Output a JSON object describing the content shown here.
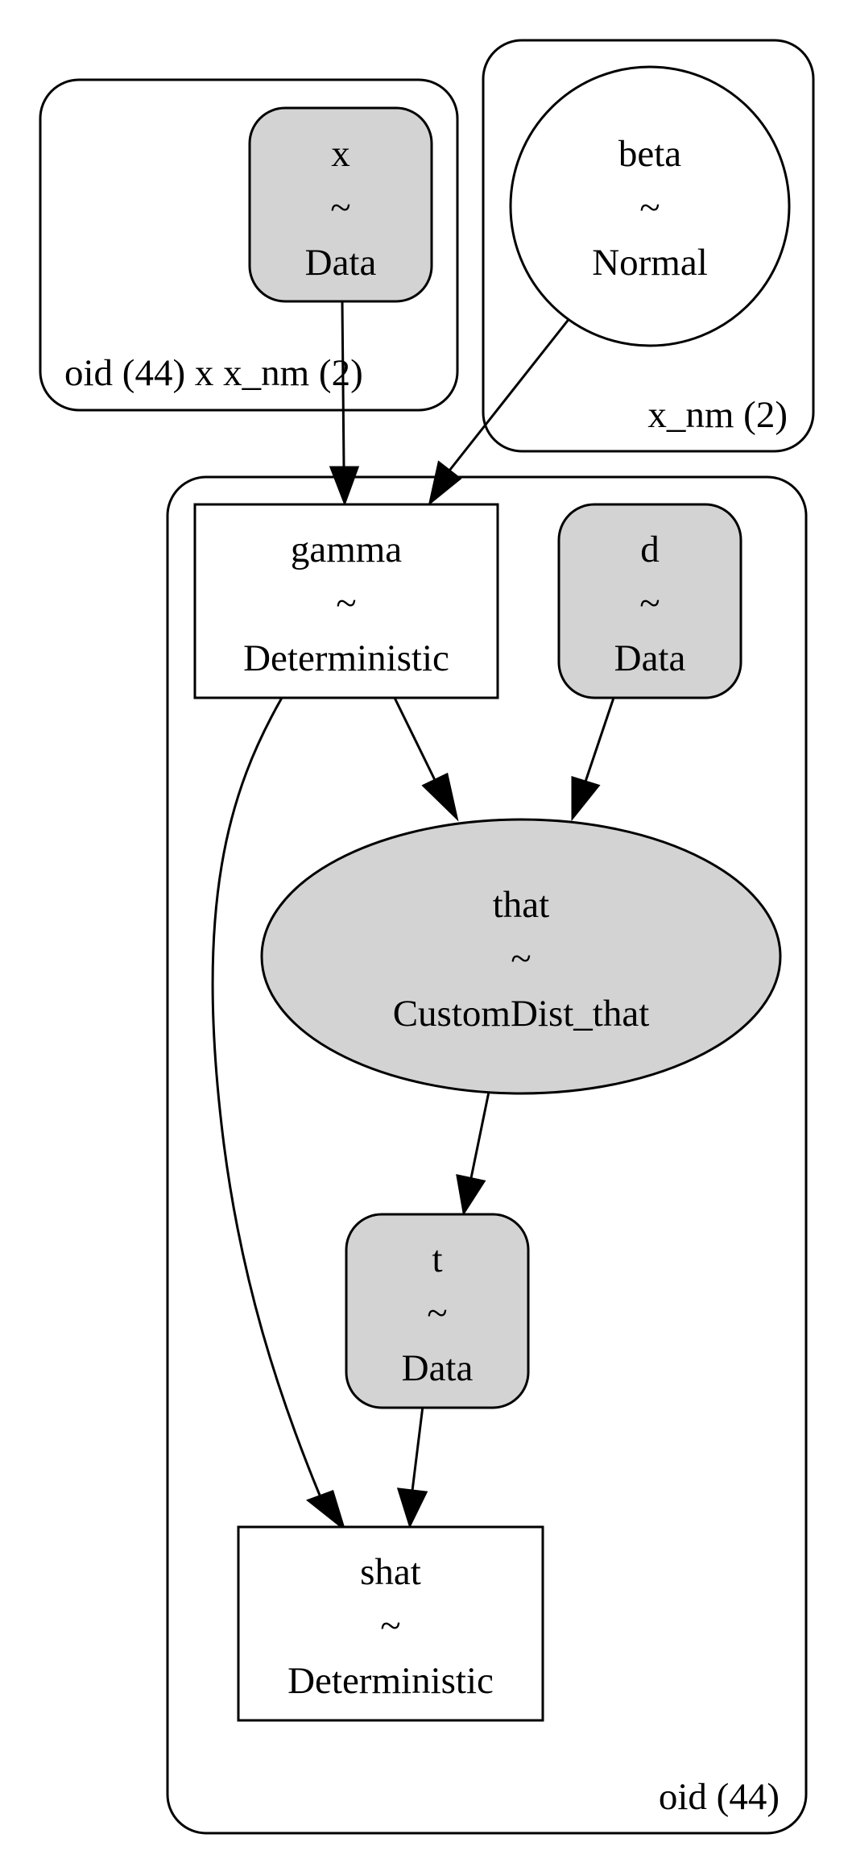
{
  "plates": {
    "x_plate": "oid (44) x x_nm (2)",
    "beta_plate": "x_nm (2)",
    "main_plate": "oid (44)"
  },
  "nodes": {
    "x": {
      "name": "x",
      "sep": "~",
      "dist": "Data"
    },
    "beta": {
      "name": "beta",
      "sep": "~",
      "dist": "Normal"
    },
    "gamma": {
      "name": "gamma",
      "sep": "~",
      "dist": "Deterministic"
    },
    "d": {
      "name": "d",
      "sep": "~",
      "dist": "Data"
    },
    "that": {
      "name": "that",
      "sep": "~",
      "dist": "CustomDist_that"
    },
    "t": {
      "name": "t",
      "sep": "~",
      "dist": "Data"
    },
    "shat": {
      "name": "shat",
      "sep": "~",
      "dist": "Deterministic"
    }
  },
  "edges": [
    {
      "from": "x",
      "to": "gamma"
    },
    {
      "from": "beta",
      "to": "gamma"
    },
    {
      "from": "gamma",
      "to": "that"
    },
    {
      "from": "d",
      "to": "that"
    },
    {
      "from": "gamma",
      "to": "shat"
    },
    {
      "from": "that",
      "to": "t"
    },
    {
      "from": "t",
      "to": "shat"
    }
  ],
  "colors": {
    "observed_fill": "#d3d3d3",
    "latent_fill": "#ffffff",
    "stroke": "#000000"
  }
}
